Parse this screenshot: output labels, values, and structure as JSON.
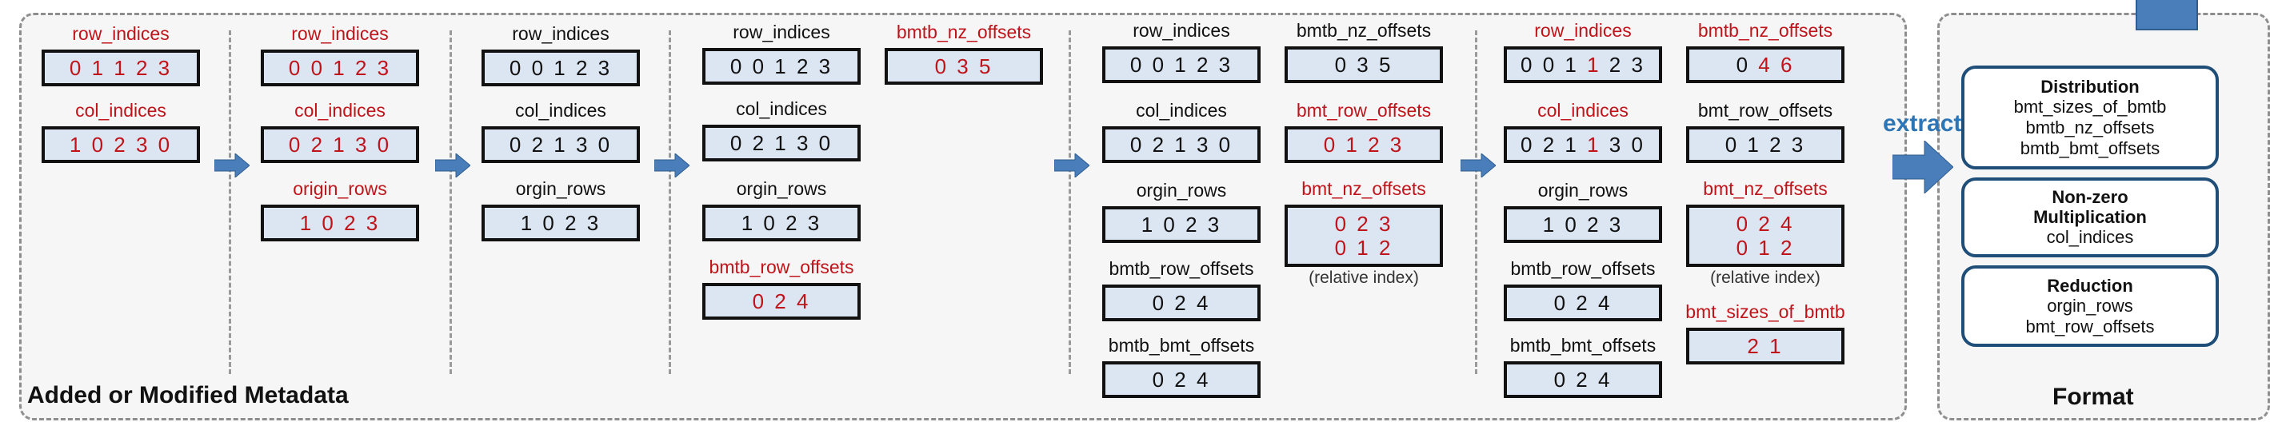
{
  "panel_title": "Added or Modified Metadata",
  "format_title": "Format",
  "extract_label": "extract",
  "stages": [
    {
      "groups": [
        {
          "label": "row_indices",
          "values": [
            "0 1 1 2 3"
          ],
          "label_red": true,
          "value_red": true
        },
        {
          "label": "col_indices",
          "values": [
            "1 0 2 3 0"
          ],
          "label_red": true,
          "value_red": true
        }
      ]
    },
    {
      "groups": [
        {
          "label": "row_indices",
          "values": [
            "0 0 1 2 3"
          ],
          "label_red": true,
          "value_red": true
        },
        {
          "label": "col_indices",
          "values": [
            "0 2 1 3 0"
          ],
          "label_red": true,
          "value_red": true
        },
        {
          "label": "origin_rows",
          "values": [
            "1 0 2 3"
          ],
          "label_red": true,
          "value_red": true
        }
      ]
    },
    {
      "groups": [
        {
          "label": "row_indices",
          "values": [
            "0 0 1 2 3"
          ]
        },
        {
          "label": "col_indices",
          "values": [
            "0 2 1 3 0"
          ]
        },
        {
          "label": "orgin_rows",
          "values": [
            "1 0 2 3"
          ]
        }
      ]
    },
    {
      "groups": [
        {
          "label": "row_indices",
          "values": [
            "0 0 1 2 3"
          ]
        },
        {
          "label": "col_indices",
          "values": [
            "0 2 1 3 0"
          ]
        },
        {
          "label": "orgin_rows",
          "values": [
            "1 0 2 3"
          ]
        },
        {
          "label": "bmtb_row_offsets",
          "values": [
            "0 2 4"
          ],
          "label_red": true,
          "value_red": true
        },
        {
          "label": "bmtb_nz_offsets",
          "values": [
            "0 3 5"
          ],
          "label_red": true,
          "value_red": true
        }
      ]
    },
    {
      "groups": [
        {
          "label": "row_indices",
          "values": [
            "0 0 1 2 3"
          ]
        },
        {
          "label": "col_indices",
          "values": [
            "0 2 1 3 0"
          ]
        },
        {
          "label": "orgin_rows",
          "values": [
            "1 0 2 3"
          ]
        },
        {
          "label": "bmtb_row_offsets",
          "values": [
            "0 2 4"
          ]
        },
        {
          "label": "bmtb_bmt_offsets",
          "values": [
            "0 2 4"
          ]
        },
        {
          "label": "bmtb_nz_offsets",
          "values": [
            "0 3 5"
          ]
        },
        {
          "label": "bmt_row_offsets",
          "values": [
            "0 1 2 3"
          ],
          "label_red": true,
          "value_red": true
        },
        {
          "label": "bmt_nz_offsets",
          "values": [
            "0 2 3",
            "0 1 2"
          ],
          "label_red": true,
          "value_red": true,
          "note": "(relative index)"
        }
      ]
    },
    {
      "groups": [
        {
          "label": "row_indices",
          "values": [
            "0 0 1 1 2 3"
          ],
          "label_red": true
        },
        {
          "label": "col_indices",
          "values": [
            "0 2 1 1 3 0"
          ],
          "label_red": true
        },
        {
          "label": "orgin_rows",
          "values": [
            "1 0 2 3"
          ]
        },
        {
          "label": "bmtb_row_offsets",
          "values": [
            "0 2 4"
          ]
        },
        {
          "label": "bmtb_bmt_offsets",
          "values": [
            "0 2 4"
          ]
        },
        {
          "label": "bmtb_nz_offsets",
          "values": [
            "0 4 6"
          ],
          "label_red": true
        },
        {
          "label": "bmt_row_offsets",
          "values": [
            "0 1 2 3"
          ]
        },
        {
          "label": "bmt_nz_offsets",
          "values": [
            "0 2 4",
            "0 1 2"
          ],
          "label_red": true,
          "value_red": true,
          "note": "(relative index)"
        },
        {
          "label": "bmt_sizes_of_bmtb",
          "values": [
            "2 1"
          ],
          "label_red": true,
          "value_red": true
        }
      ]
    }
  ],
  "format_cards": [
    {
      "title": "Distribution",
      "items": [
        "bmt_sizes_of_bmtb",
        "bmtb_nz_offsets",
        "bmtb_bmt_offsets"
      ]
    },
    {
      "title": "Non-zero Multiplication",
      "items": [
        "col_indices"
      ]
    },
    {
      "title": "Reduction",
      "items": [
        "orgin_rows",
        "bmt_row_offsets"
      ]
    }
  ]
}
